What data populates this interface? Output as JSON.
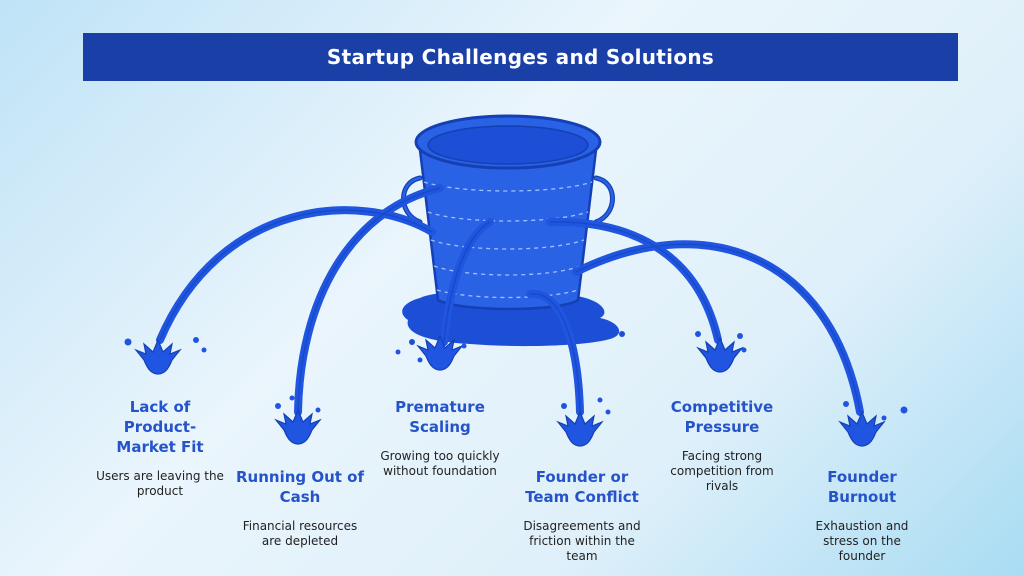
{
  "title": "Startup Challenges and Solutions",
  "colors": {
    "banner": "#1a3fa6",
    "bucket": "#2a62e6",
    "stream": "#1f55e0",
    "heading": "#2553c9"
  },
  "challenges": [
    {
      "heading": "Lack of Product-Market Fit",
      "heading_lines": [
        "Lack of",
        "Product-",
        "Market Fit"
      ],
      "description_lines": [
        "Users are leaving the",
        "product"
      ],
      "icon": "water-splash-icon"
    },
    {
      "heading": "Running Out of Cash",
      "heading_lines": [
        "Running Out of",
        "Cash"
      ],
      "description_lines": [
        "Financial resources",
        "are depleted"
      ],
      "icon": "water-splash-icon"
    },
    {
      "heading": "Premature Scaling",
      "heading_lines": [
        "Premature",
        "Scaling"
      ],
      "description_lines": [
        "Growing too quickly",
        "without foundation"
      ],
      "icon": "water-splash-icon"
    },
    {
      "heading": "Founder or Team Conflict",
      "heading_lines": [
        "Founder or",
        "Team Conflict"
      ],
      "description_lines": [
        "Disagreements and",
        "friction within the",
        "team"
      ],
      "icon": "water-splash-icon"
    },
    {
      "heading": "Competitive Pressure",
      "heading_lines": [
        "Competitive",
        "Pressure"
      ],
      "description_lines": [
        "Facing strong",
        "competition from",
        "rivals"
      ],
      "icon": "water-splash-icon"
    },
    {
      "heading": "Founder Burnout",
      "heading_lines": [
        "Founder",
        "Burnout"
      ],
      "description_lines": [
        "Exhaustion and",
        "stress on the",
        "founder"
      ],
      "icon": "water-splash-icon"
    }
  ]
}
